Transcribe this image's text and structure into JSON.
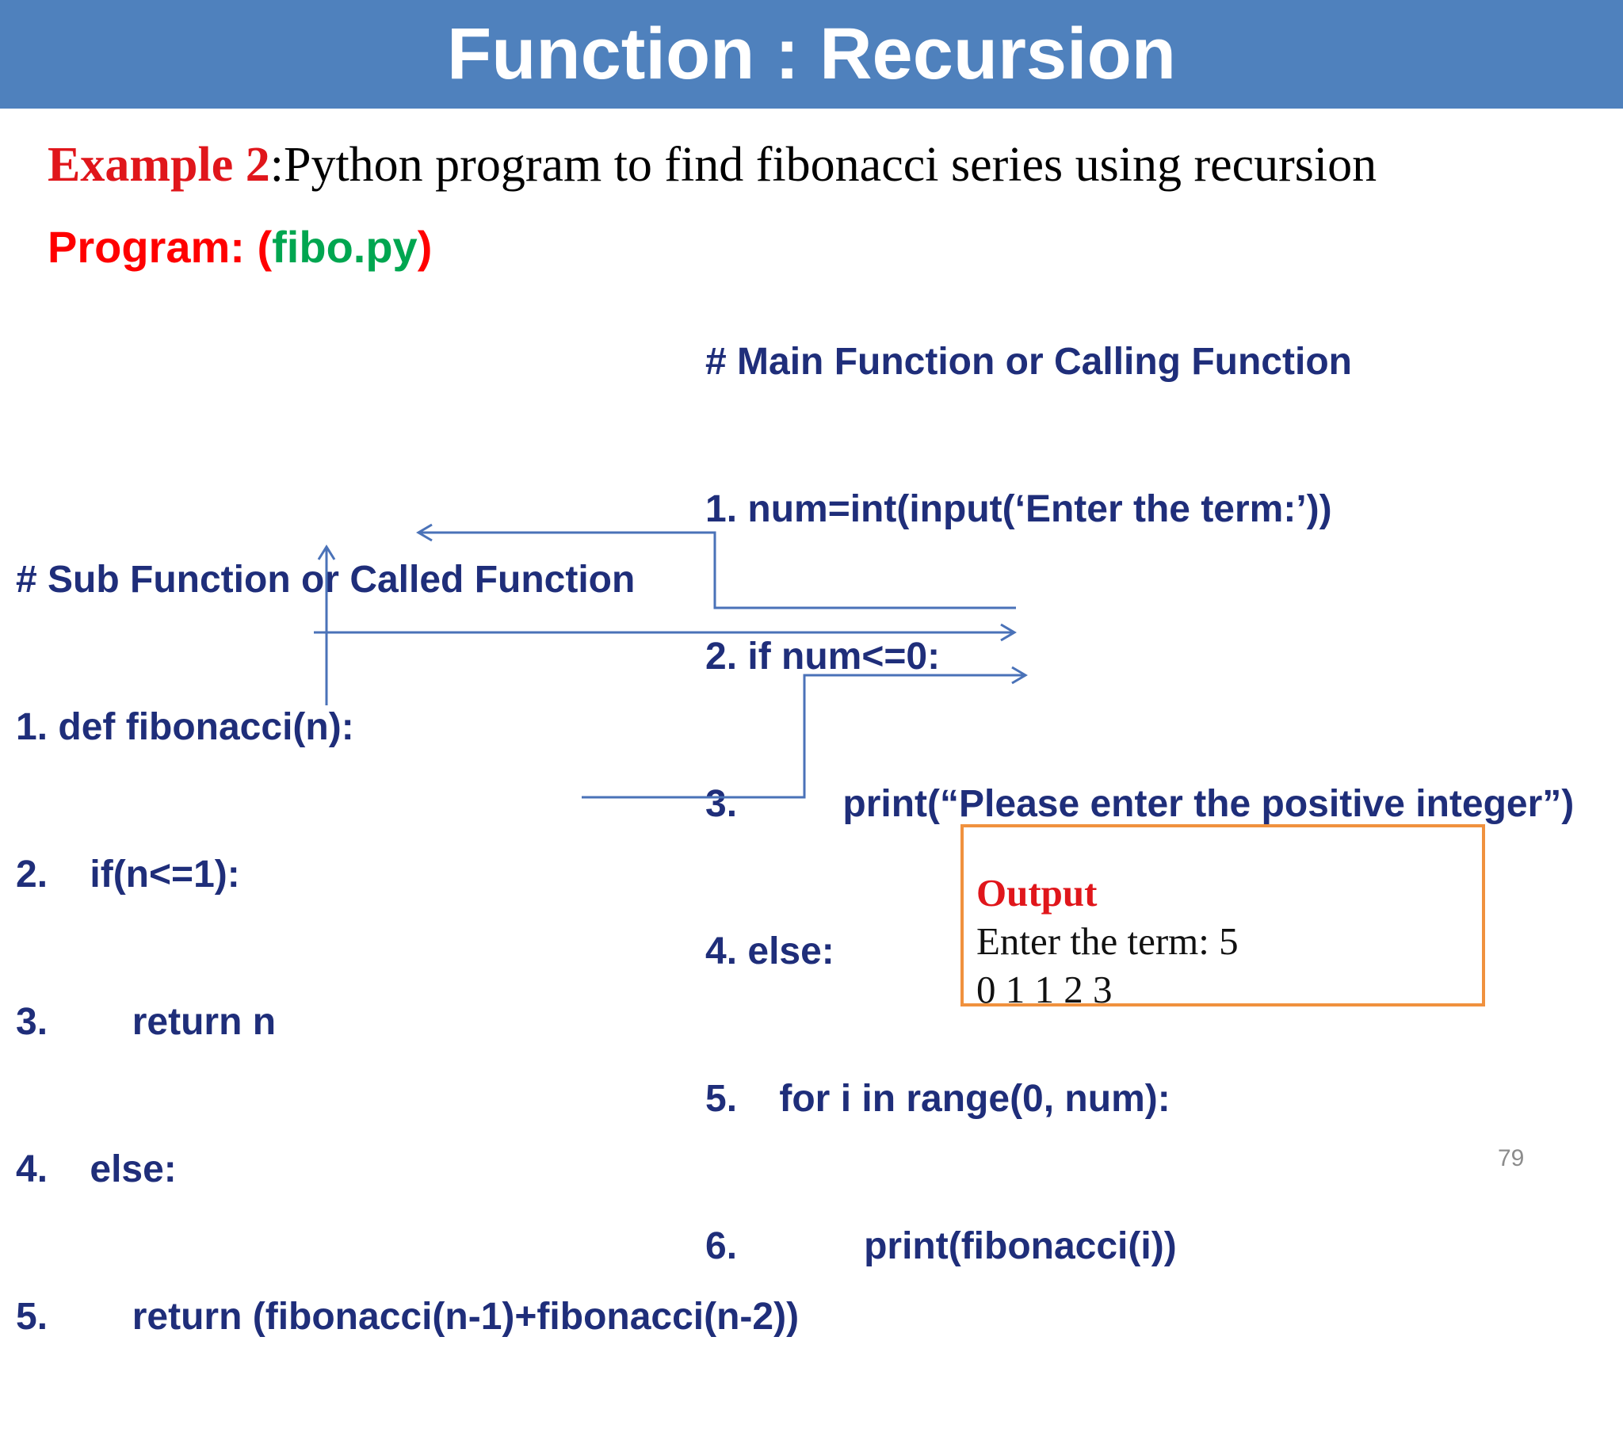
{
  "slide": {
    "title": "Function : Recursion",
    "example": {
      "label": "Example 2",
      "text": ":Python program to find fibonacci series using recursion"
    },
    "program": {
      "label": "Program: (",
      "filename": "fibo.py",
      "close": ")"
    },
    "main_function": {
      "heading": "# Main Function or Calling Function",
      "lines": [
        "1. num=int(input(‘Enter the term:’))",
        "2. if num<=0:",
        "3.          print(“Please enter the positive integer”)",
        "4. else:",
        "5.    for i in range(0, num):",
        "6.            print(fibonacci(i))"
      ]
    },
    "sub_function": {
      "heading": "# Sub Function or Called Function",
      "lines": [
        "1. def fibonacci(n):",
        "2.    if(n<=1):",
        "3.        return n",
        "4.    else:",
        "5.        return (fibonacci(n-1)+fibonacci(n-2))"
      ]
    },
    "output": {
      "label": "Output",
      "lines": [
        "Enter the term: 5",
        "0 1 1 2 3"
      ]
    },
    "page_number": "79",
    "colors": {
      "title_bar": "#4f81bd",
      "code_text": "#1f2e7a",
      "accent_red": "#e0161b",
      "filename_green": "#00a650",
      "output_border": "#f0913e",
      "arrow": "#4a72b8"
    }
  }
}
